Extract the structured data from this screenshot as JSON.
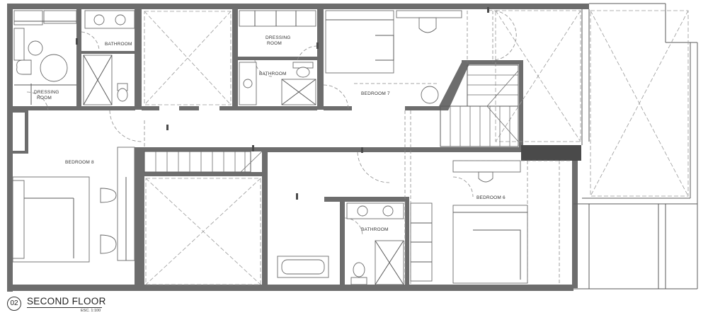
{
  "labels": {
    "bathroom_top_left": "BATHROOM",
    "dressing_room_left_1": "DRESSING",
    "dressing_room_left_2": "ROOM",
    "dressing_room_center_1": "DRESSING",
    "dressing_room_center_2": "ROOM",
    "bathroom_center": "BATHROOM",
    "bedroom_7": "BEDROOM 7",
    "bedroom_8": "BEDROOM 8",
    "bedroom_6": "BEDROOM 6",
    "bathroom_lower": "BATHROOM"
  },
  "title_block": {
    "drawing_number": "02",
    "drawing_title": "SECOND FLOOR",
    "scale": "ESC. 1:100"
  }
}
